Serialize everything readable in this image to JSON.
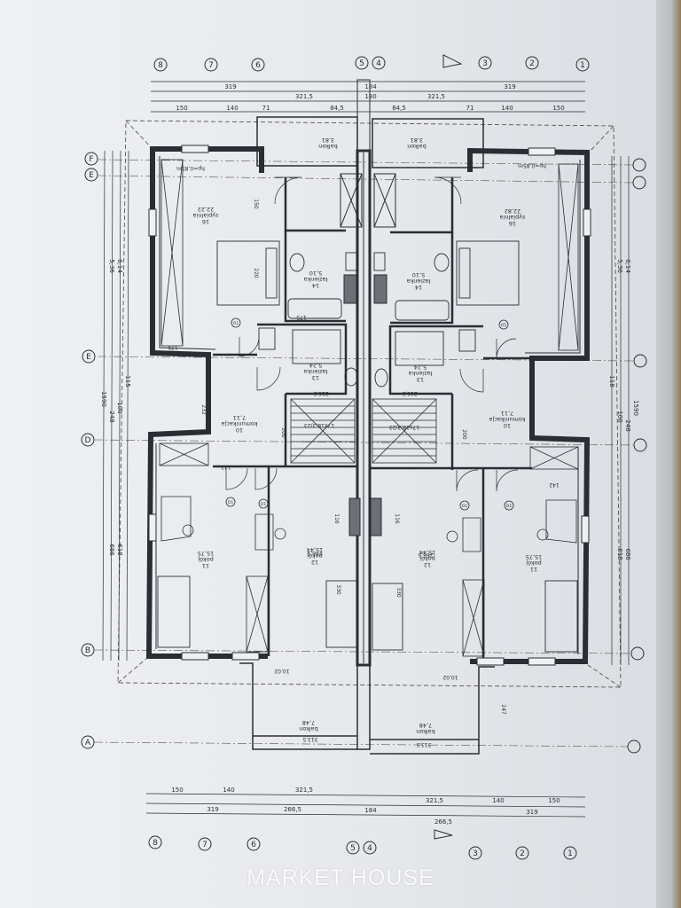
{
  "watermark": "MARKET HOUSE",
  "grid_axes_top": [
    "8",
    "7",
    "6",
    "5",
    "4",
    "3",
    "2",
    "1"
  ],
  "grid_axes_bottom": [
    "8",
    "7",
    "6",
    "5",
    "4",
    "3",
    "2",
    "1"
  ],
  "grid_axes_side": [
    "F",
    "E",
    "E",
    "D",
    "B",
    "A"
  ],
  "dims_top_row1": [
    "150",
    "140",
    "71",
    "84,5",
    "84,5",
    "71",
    "140",
    "150"
  ],
  "dims_top_row2": [
    "321,5",
    "180",
    "321,5"
  ],
  "dims_top_row3": [
    "319",
    "184",
    "319"
  ],
  "dims_bottom_row1": [
    "150",
    "140",
    "321,5",
    "321,5",
    "140",
    "150"
  ],
  "dims_bottom_row2": [
    "266,5",
    "319",
    "184",
    "319",
    "266,5"
  ],
  "dims_side_left": [
    "5,36",
    "6,14",
    "115",
    "1590",
    "100",
    "248",
    "618",
    "686"
  ],
  "dims_side_right": [
    "5,36",
    "6,14",
    "118",
    "1590",
    "100",
    "248",
    "618",
    "686"
  ],
  "rooms": [
    {
      "num": "16",
      "name": "sypialnia",
      "area": "22,22"
    },
    {
      "num": "14",
      "name": "łazienka",
      "area": "5,10"
    },
    {
      "num": "13",
      "name": "łazienka",
      "area": "5,24"
    },
    {
      "num": "10",
      "name": "komunikacja",
      "area": "7,11"
    },
    {
      "num": "11",
      "name": "pokój",
      "area": "15,75"
    },
    {
      "num": "12",
      "name": "pokój",
      "area": "15,44"
    },
    {
      "num": "16",
      "name": "sypialnia",
      "area": "22,82"
    },
    {
      "num": "14",
      "name": "łazienka",
      "area": "5,10"
    },
    {
      "num": "13",
      "name": "łazienka",
      "area": "5,24"
    },
    {
      "num": "10",
      "name": "komunikacja",
      "area": "7,11"
    },
    {
      "num": "11",
      "name": "pokój",
      "area": "15,75"
    },
    {
      "num": "12",
      "name": "pokój",
      "area": "15,44"
    }
  ],
  "balconies": [
    {
      "name": "balkon",
      "area": "3,81"
    },
    {
      "name": "balkon",
      "area": "3,81"
    },
    {
      "name": "balkon",
      "area": "7,48"
    },
    {
      "name": "balkon",
      "area": "7,48"
    }
  ],
  "labels": {
    "stairs_left": "17x18,3/23",
    "stairs_right": "17x18,3/23",
    "level_left": "10,02",
    "level_right": "10,02",
    "hp_left": "hp=0,85m",
    "hp_right": "hp=0,85m",
    "window_tag": "O1",
    "dim_2165": "216,5",
    "dim_2665": "266,5",
    "dim_175": "175",
    "dim_179": "179",
    "dim_220": "220",
    "dim_150": "150",
    "dim_116": "116",
    "dim_330": "330",
    "dim_142": "142",
    "dim_232": "232",
    "dim_200": "200",
    "dim_247": "247",
    "dim_3135": "313,5"
  }
}
